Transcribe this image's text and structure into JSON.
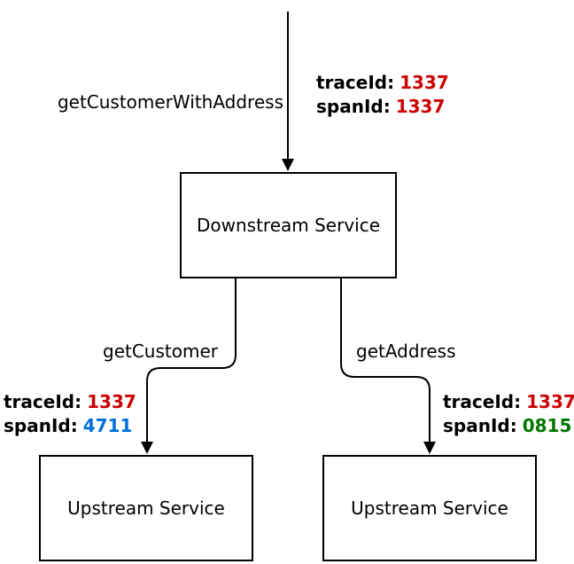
{
  "colors": {
    "stroke": "#000000",
    "background": "#FFFFFF",
    "red": "#CC0000",
    "blue": "#0070D8",
    "green": "#007700"
  },
  "nodes": {
    "downstream": {
      "label": "Downstream Service"
    },
    "upstream_left": {
      "label": "Upstream Service"
    },
    "upstream_right": {
      "label": "Upstream Service"
    }
  },
  "edges": {
    "root": {
      "label": "getCustomerWithAddress",
      "annotation": {
        "trace_key": "traceId:",
        "trace_value": "1337",
        "trace_color": "#CC0000",
        "span_key": "spanId:",
        "span_value": "1337",
        "span_color": "#CC0000"
      }
    },
    "get_customer": {
      "label": "getCustomer",
      "annotation": {
        "trace_key": "traceId:",
        "trace_value": "1337",
        "trace_color": "#CC0000",
        "span_key": "spanId:",
        "span_value": "4711",
        "span_color": "#0070D8"
      }
    },
    "get_address": {
      "label": "getAddress",
      "annotation": {
        "trace_key": "traceId:",
        "trace_value": "1337",
        "trace_color": "#CC0000",
        "span_key": "spanId:",
        "span_value": "0815",
        "span_color": "#007700"
      }
    }
  }
}
